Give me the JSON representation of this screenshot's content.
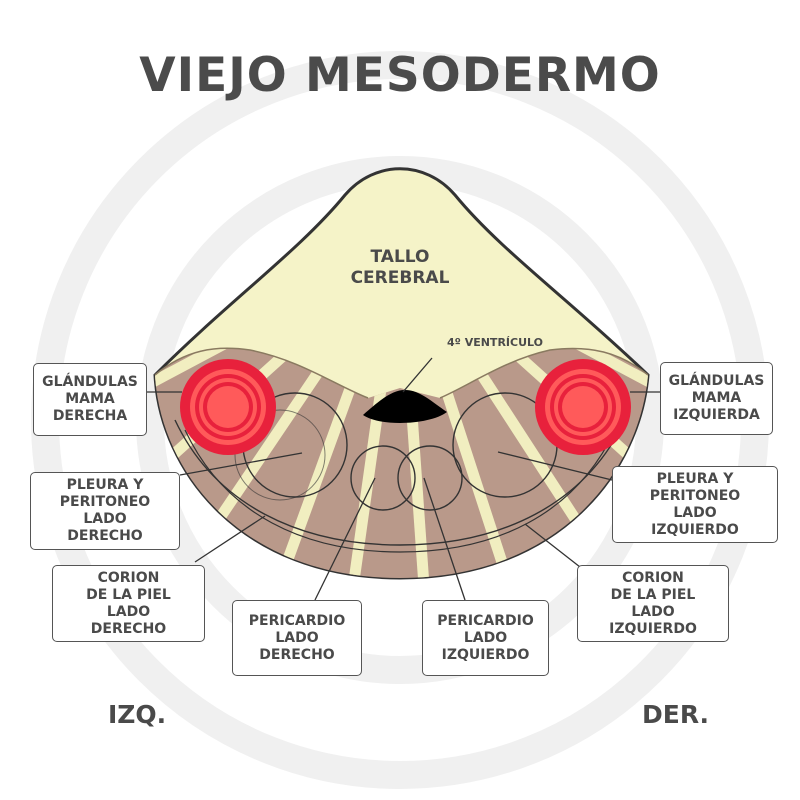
{
  "title": "VIEJO MESODERMO",
  "structure": {
    "brainstem": "TALLO\nCEREBRAL",
    "ventricle": "4º VENTRÍCULO"
  },
  "labels": {
    "mama_der": "GLÁNDULAS\nMAMA\nDERECHA",
    "mama_izq": "GLÁNDULAS\nMAMA\nIZQUIERDA",
    "pleura_der": "PLEURA Y\nPERITONEO\nLADO\nDERECHO",
    "pleura_izq": "PLEURA Y\nPERITONEO\nLADO\nIZQUIERDO",
    "corion_der": "CORION\nDE LA PIEL\nLADO\nDERECHO",
    "corion_izq": "CORION\nDE LA PIEL\nLADO\nIZQUIERDO",
    "pericardio_der": "PERICARDIO\nLADO\nDERECHO",
    "pericardio_izq": "PERICARDIO\nLADO\nIZQUIERDO"
  },
  "sides": {
    "left": "IZQ.",
    "right": "DER."
  },
  "colors": {
    "brainstem": "#f5f3c8",
    "band": "#b9998a",
    "stripe": "#f1eec0",
    "gland": "#e8213c",
    "gland_inner": "#ff5a5a",
    "ventricle": "#000000"
  }
}
